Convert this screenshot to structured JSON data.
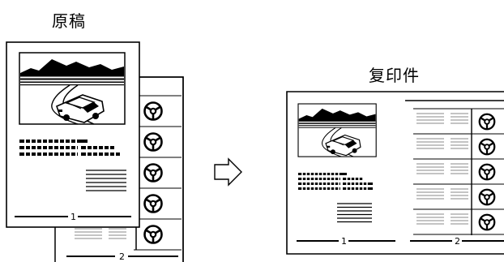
{
  "labels": {
    "original": "原稿",
    "copy": "复印件"
  },
  "pages": {
    "original_page1_number": "1",
    "original_page2_number": "2",
    "copy_left_number": "1",
    "copy_right_number": "2"
  },
  "icons": {
    "arrow": "right-arrow-icon",
    "wheel": "steering-wheel-icon",
    "car": "car-illustration"
  },
  "colors": {
    "line": "#000000",
    "paper": "#ffffff"
  }
}
